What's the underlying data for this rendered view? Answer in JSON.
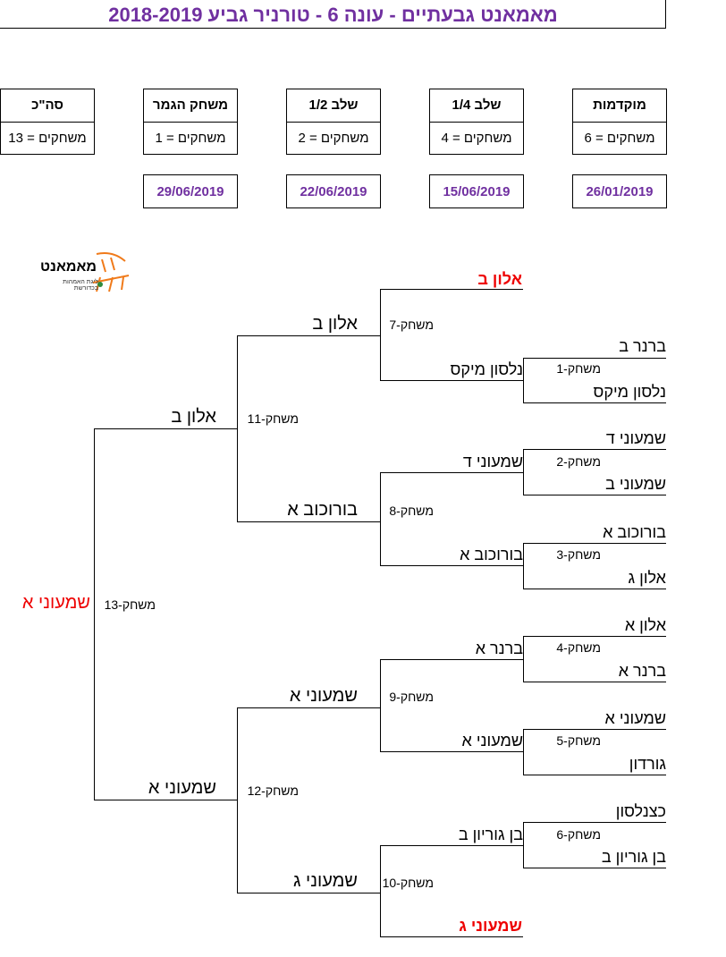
{
  "title": "מאמאנט גבעתיים - עונה 6 - טורניר גביע  2018-2019",
  "stages": [
    {
      "name": "סה\"כ",
      "count": "משחקים = 13",
      "date": ""
    },
    {
      "name": "משחק הגמר",
      "count": "משחקים = 1",
      "date": "29/06/2019"
    },
    {
      "name": "שלב 1/2",
      "count": "משחקים = 2",
      "date": "22/06/2019"
    },
    {
      "name": "שלב 1/4",
      "count": "משחקים = 4",
      "date": "15/06/2019"
    },
    {
      "name": "מוקדמות",
      "count": "משחקים = 6",
      "date": "26/01/2019"
    }
  ],
  "logo": {
    "text": "מאמאנט",
    "subtext": "ליגת האמהות בכדורשת",
    "color_text": "#111111",
    "color_accent": "#f07a1a"
  },
  "colors": {
    "title": "#7030a0",
    "winner": "#e00000"
  },
  "bracket": {
    "r1": [
      "ברנר ב",
      "נלסון מיקס",
      "שמעוני ד",
      "שמעוני ב",
      "בורוכוב א",
      "אלון ג",
      "אלון א",
      "ברנר א",
      "שמעוני א",
      "גורדון",
      "כצנלסון",
      "בן גוריון ב"
    ],
    "r1_games": [
      "משחק-1",
      "משחק-2",
      "משחק-3",
      "משחק-4",
      "משחק-5",
      "משחק-6"
    ],
    "r2": [
      "אלון ב",
      "נלסון מיקס",
      "שמעוני ד",
      "בורוכוב א",
      "ברנר א",
      "שמעוני א",
      "בן גוריון ב",
      "שמעוני ג"
    ],
    "r2_games": [
      "משחק-7",
      "משחק-8",
      "משחק-9",
      "משחק-10"
    ],
    "r3": [
      "אלון ב",
      "בורוכוב א",
      "שמעוני א",
      "שמעוני ג"
    ],
    "r3_games": [
      "משחק-11",
      "משחק-12"
    ],
    "r4": [
      "אלון ב",
      "שמעוני א"
    ],
    "r4_games": [
      "משחק-13"
    ],
    "champion": "שמעוני א"
  }
}
